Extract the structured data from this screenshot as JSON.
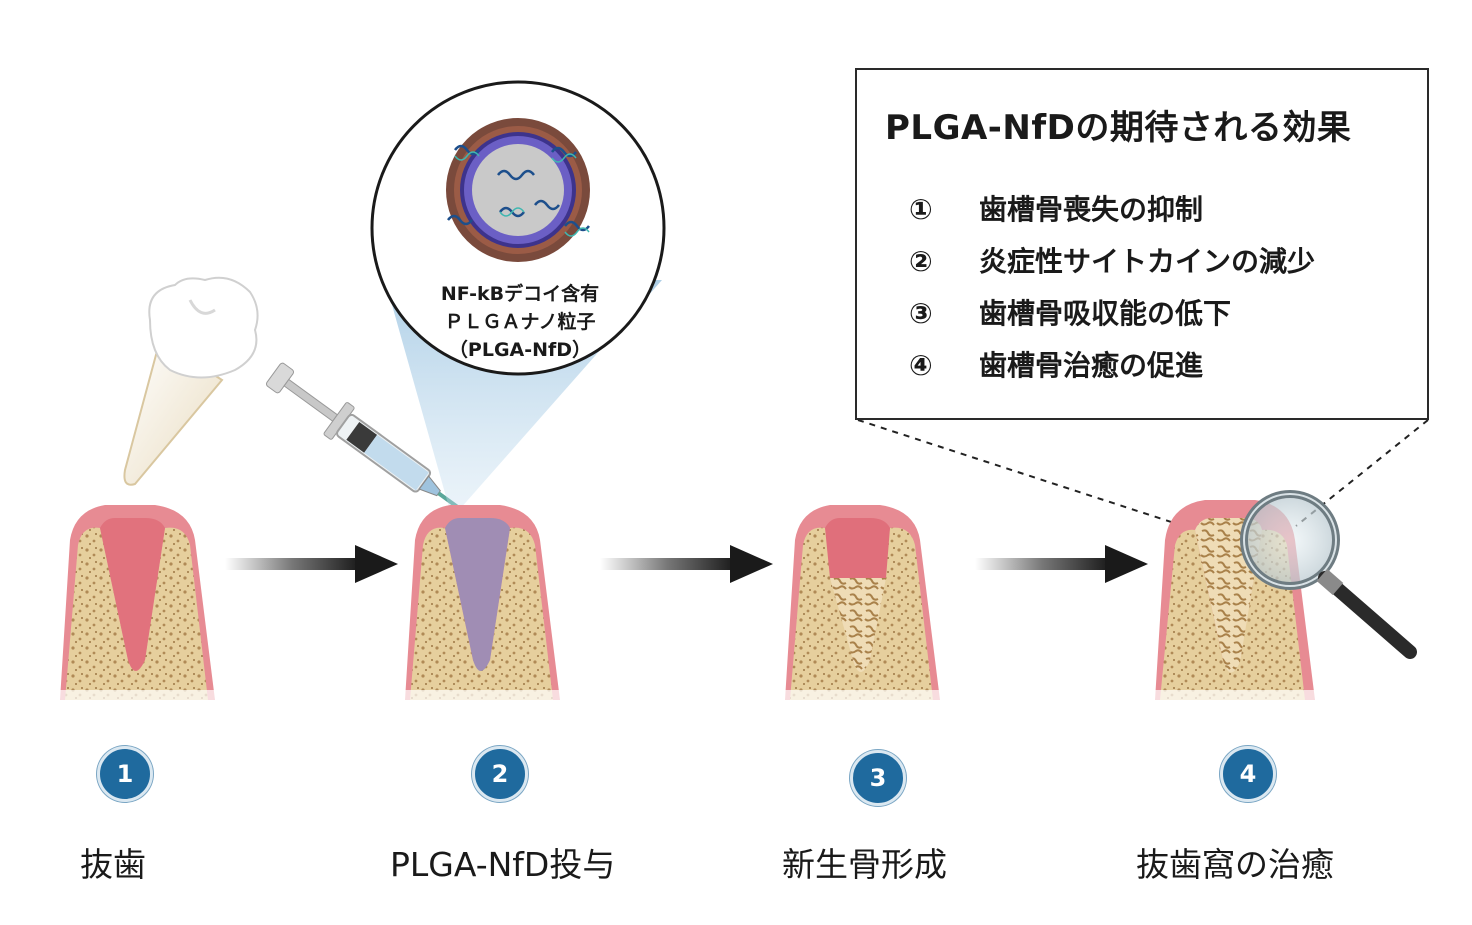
{
  "effects": {
    "title": "PLGA-NfDの期待される効果",
    "items": [
      {
        "num": "①",
        "text": "歯槽骨喪失の抑制"
      },
      {
        "num": "②",
        "text": "炎症性サイトカインの減少"
      },
      {
        "num": "③",
        "text": "歯槽骨吸収能の低下"
      },
      {
        "num": "④",
        "text": "歯槽骨治癒の促進"
      }
    ]
  },
  "particle": {
    "label_line1": "NF-kBデコイ含有",
    "label_line2": "ＰＬＧＡナノ粒子",
    "label_line3": "（PLGA-NfD）"
  },
  "steps": [
    {
      "badge": "1",
      "caption": "抜歯"
    },
    {
      "badge": "2",
      "caption": "PLGA-NfD投与"
    },
    {
      "badge": "3",
      "caption": "新生骨形成"
    },
    {
      "badge": "4",
      "caption": "抜歯窩の治癒"
    }
  ],
  "colors": {
    "gum": "#e9828a",
    "bone": "#e8d3a6",
    "socket": "#e6858c",
    "drug": "#9c8db5",
    "badge": "#1f6a9e"
  }
}
